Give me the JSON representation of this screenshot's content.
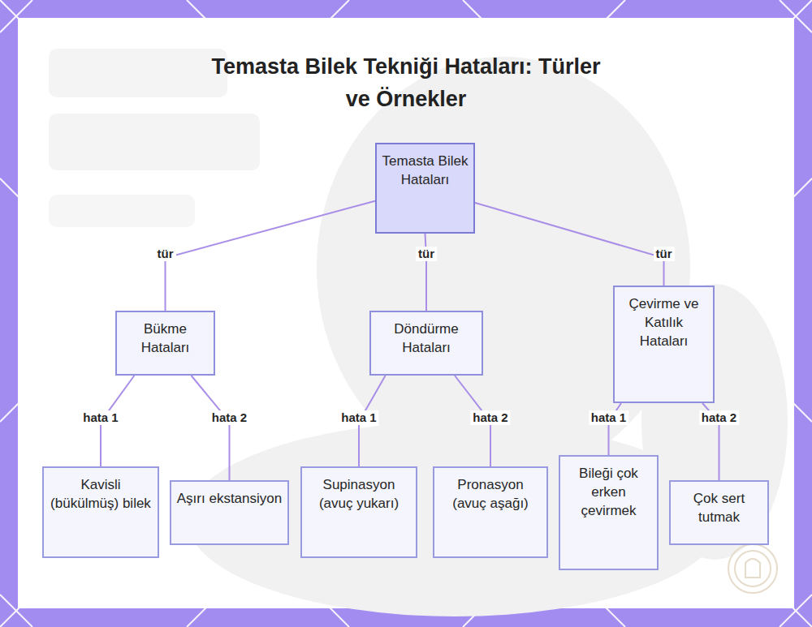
{
  "diagram": {
    "title": "Temasta Bilek Tekniği Hataları: Türler ve Örnekler",
    "nodes": [
      {
        "text": [
          "Temasta Bilek Hataları"
        ]
      },
      {
        "text": [
          "Bükme Hataları"
        ]
      },
      {
        "text": [
          "Döndürme Hataları"
        ]
      },
      {
        "text": [
          "Çevirme ve Katılık Hataları"
        ]
      },
      {
        "text": [
          "Kavisli (bükülmüş) bilek"
        ]
      },
      {
        "text": [
          "Aşırı ekstansiyon"
        ]
      },
      {
        "text": [
          "Supinasyon (avuç yukarı)"
        ]
      },
      {
        "text": [
          "Pronasyon (avuç aşağı)"
        ]
      },
      {
        "text": [
          "Bileği çok erken çevirmek"
        ]
      },
      {
        "text": [
          "Çok sert tutmak"
        ]
      }
    ],
    "edges": [
      {
        "from": 0,
        "to": 1,
        "arrow": "none",
        "label": "tür"
      },
      {
        "from": 0,
        "to": 2,
        "arrow": "none",
        "label": "tür"
      },
      {
        "from": 0,
        "to": 3,
        "arrow": "none",
        "label": "tür"
      },
      {
        "from": 1,
        "to": 4,
        "arrow": "none",
        "label": "hata 1"
      },
      {
        "from": 1,
        "to": 5,
        "arrow": "none",
        "label": "hata 2"
      },
      {
        "from": 2,
        "to": 6,
        "arrow": "none",
        "label": "hata 1"
      },
      {
        "from": 2,
        "to": 7,
        "arrow": "none",
        "label": "hata 2"
      },
      {
        "from": 3,
        "to": 8,
        "arrow": "none",
        "label": "hata 1"
      },
      {
        "from": 3,
        "to": 9,
        "arrow": "none",
        "label": "hata 2"
      }
    ]
  }
}
